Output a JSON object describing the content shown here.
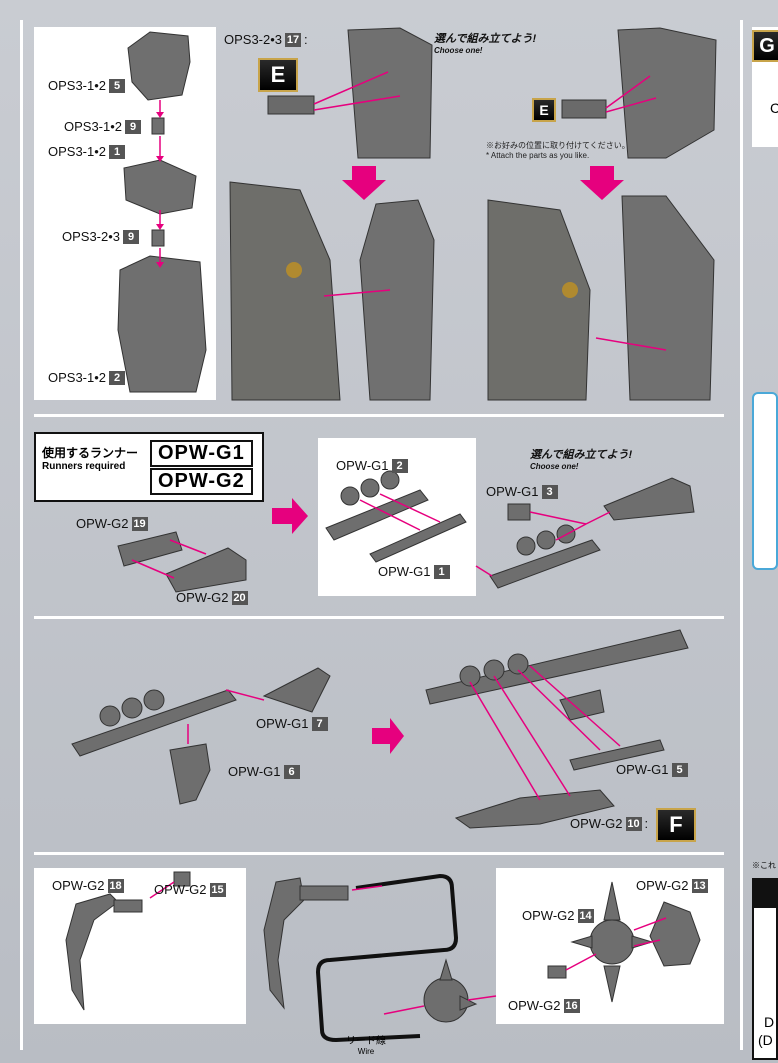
{
  "section1": {
    "parts_list": [
      {
        "code": "OPS3-1•2",
        "num": "5"
      },
      {
        "code": "OPS3-1•2",
        "num": "9"
      },
      {
        "code": "OPS3-1•2",
        "num": "1"
      },
      {
        "code": "OPS3-2•3",
        "num": "9"
      },
      {
        "code": "OPS3-1•2",
        "num": "2"
      }
    ],
    "attach_label": {
      "code": "OPS3-2•3",
      "num": "17",
      "colon": ":"
    },
    "badge": "E",
    "badge_small": "E",
    "choose_one_jp": "選んで組み立てよう!",
    "choose_one_en": "Choose one!",
    "note_jp": "※お好みの位置に取り付けてください。",
    "note_en": "* Attach the parts as you like."
  },
  "section2": {
    "runners_jp": "使用するランナー",
    "runners_en": "Runners required",
    "runner_1": "OPW-G1",
    "runner_2": "OPW-G2",
    "left_labels": [
      {
        "code": "OPW-G2",
        "num": "19"
      },
      {
        "code": "OPW-G2",
        "num": "20"
      }
    ],
    "center_labels": [
      {
        "code": "OPW-G1",
        "num": "2"
      },
      {
        "code": "OPW-G1",
        "num": "1"
      }
    ],
    "right_label": {
      "code": "OPW-G1",
      "num": "3"
    },
    "choose_one_jp": "選んで組み立てよう!",
    "choose_one_en": "Choose one!"
  },
  "section3": {
    "labels": [
      {
        "code": "OPW-G1",
        "num": "7"
      },
      {
        "code": "OPW-G1",
        "num": "6"
      },
      {
        "code": "OPW-G1",
        "num": "5"
      },
      {
        "code": "OPW-G2",
        "num": "10"
      }
    ],
    "colon": ":",
    "badge": "F"
  },
  "section4": {
    "labels": [
      {
        "code": "OPW-G2",
        "num": "18"
      },
      {
        "code": "OPW-G2",
        "num": "15"
      },
      {
        "code": "OPW-G2",
        "num": "13"
      },
      {
        "code": "OPW-G2",
        "num": "14"
      },
      {
        "code": "OPW-G2",
        "num": "16"
      }
    ],
    "wire_jp": "リード線",
    "wire_en": "Wire"
  },
  "right_edge": {
    "badge": "G",
    "letter_c": "C",
    "note": "※これ",
    "letter_d": "D",
    "letter_d2": "(D"
  },
  "colors": {
    "accent": "#e6007e",
    "part_gray": "#707070",
    "badge_gold": "#c8a44a"
  }
}
